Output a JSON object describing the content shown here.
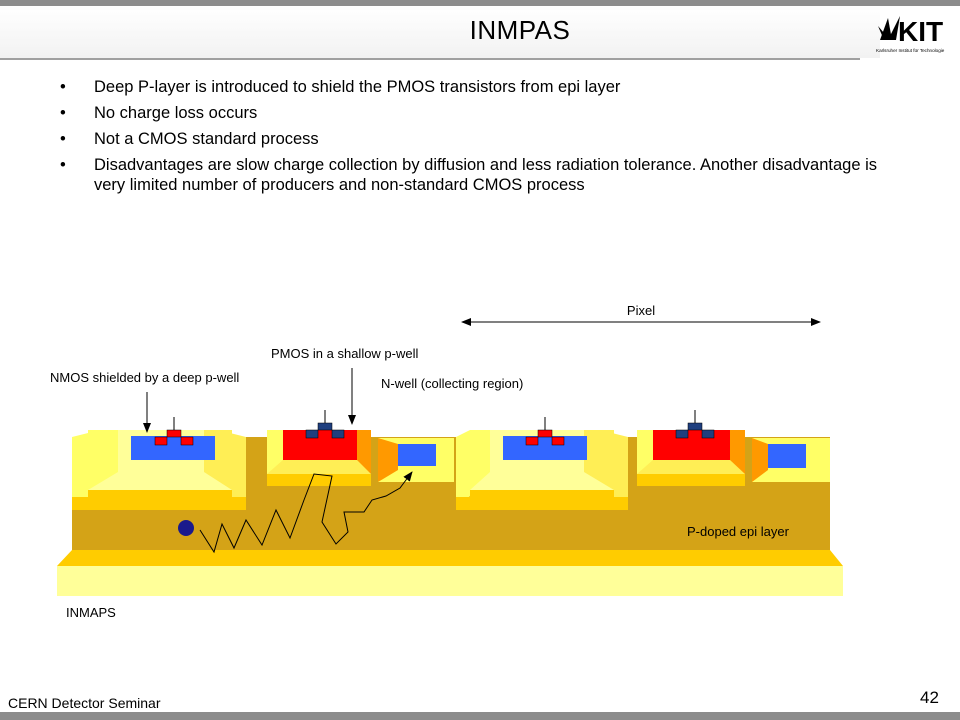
{
  "header": {
    "title": "INMPAS"
  },
  "logo": {
    "mark": "KIT",
    "subtitle": "Karlsruher Institut für Technologie"
  },
  "bullets": [
    {
      "text": "Deep P-layer is introduced to shield the PMOS transistors from epi layer"
    },
    {
      "text": "No charge loss occurs"
    },
    {
      "text": "Not a CMOS standard process"
    },
    {
      "text": "Disadvantages are slow charge collection by diffusion and less radiation tolerance. Another disadvantage is very limited number of producers and non-standard CMOS process"
    }
  ],
  "bullet_glyph": "•",
  "diagram": {
    "labels": {
      "pixel": "Pixel",
      "pmos": "PMOS in a shallow p-well",
      "nmos": "NMOS shielded by a deep p-well",
      "nwell": "N-well (collecting region)",
      "epi": "P-doped epi layer",
      "caption": "INMAPS"
    },
    "colors": {
      "epi": "#d4a317",
      "substrate_top": "#ffcc00",
      "substrate": "#ffff99",
      "pwell_light": "#ffff66",
      "pwell_mid": "#ffee55",
      "pwell_base": "#ffcc00",
      "nmos": "#3366ff",
      "pmos": "#ff0000",
      "nwell_side": "#ff9900",
      "gate": "#1f3f7f",
      "electron": "#1a1a8c"
    }
  },
  "footer": {
    "left": "CERN Detector Seminar",
    "page": "42"
  }
}
